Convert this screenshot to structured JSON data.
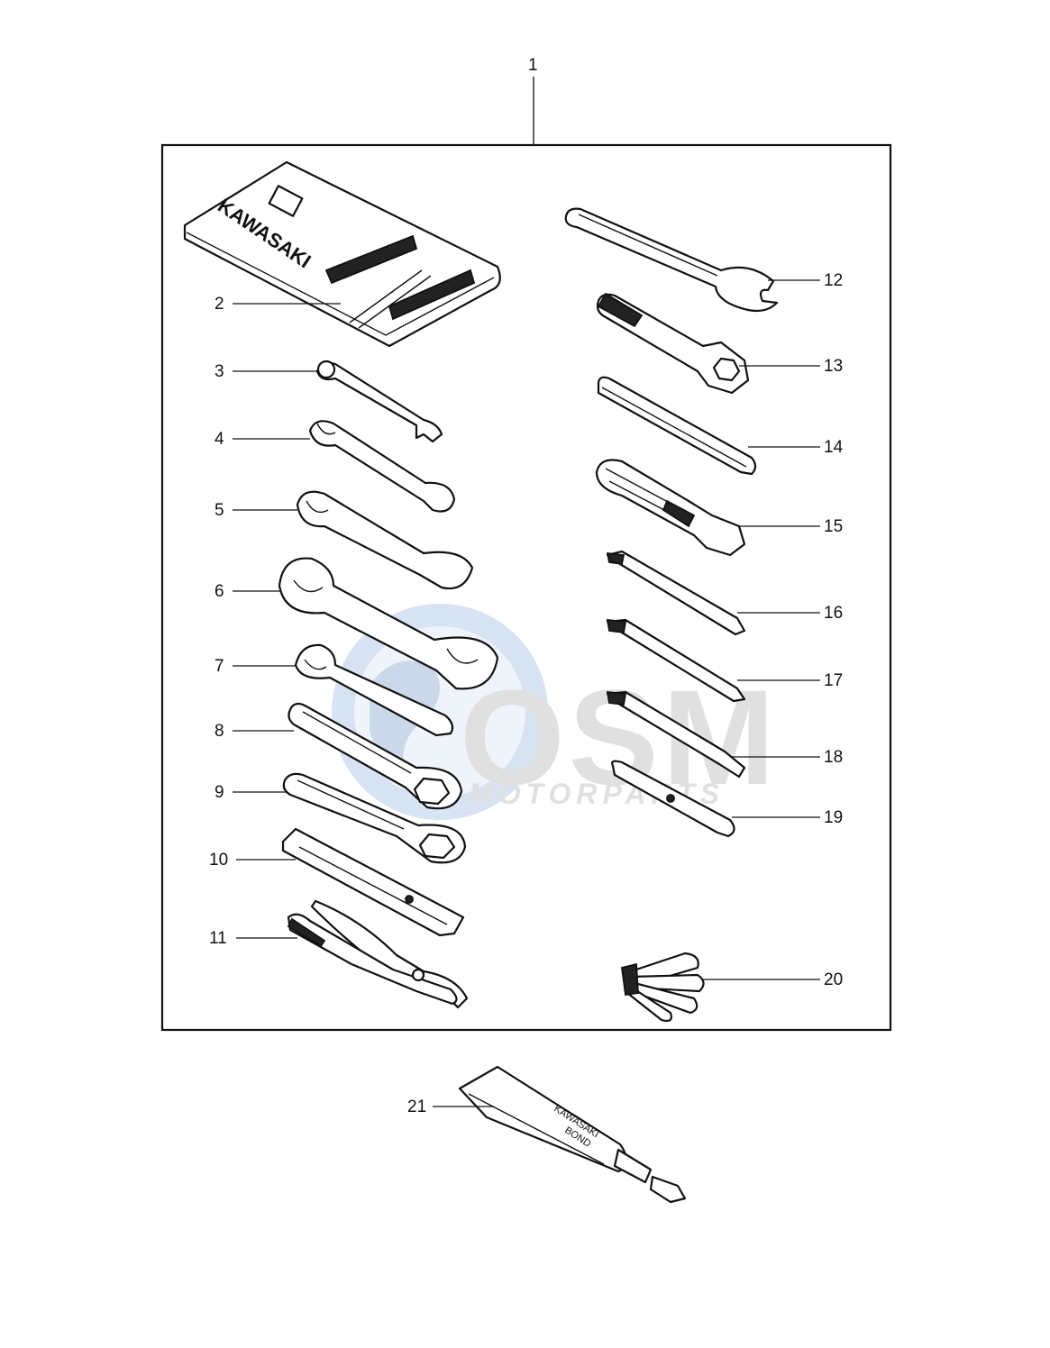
{
  "diagram": {
    "callouts": {
      "c1": "1",
      "c2": "2",
      "c3": "3",
      "c4": "4",
      "c5": "5",
      "c6": "6",
      "c7": "7",
      "c8": "8",
      "c9": "9",
      "c10": "10",
      "c11": "11",
      "c12": "12",
      "c13": "13",
      "c14": "14",
      "c15": "15",
      "c16": "16",
      "c17": "17",
      "c18": "18",
      "c19": "19",
      "c20": "20",
      "c21": "21"
    },
    "pouch_brand": "KAWASAKI",
    "tube_brand": "KAWASAKI",
    "tube_product": "BOND"
  },
  "watermark": {
    "logo": "OSM",
    "text": "MOTORPARTS",
    "accent_color": "#5b9bd5",
    "gray_color": "#b3b3b3"
  }
}
